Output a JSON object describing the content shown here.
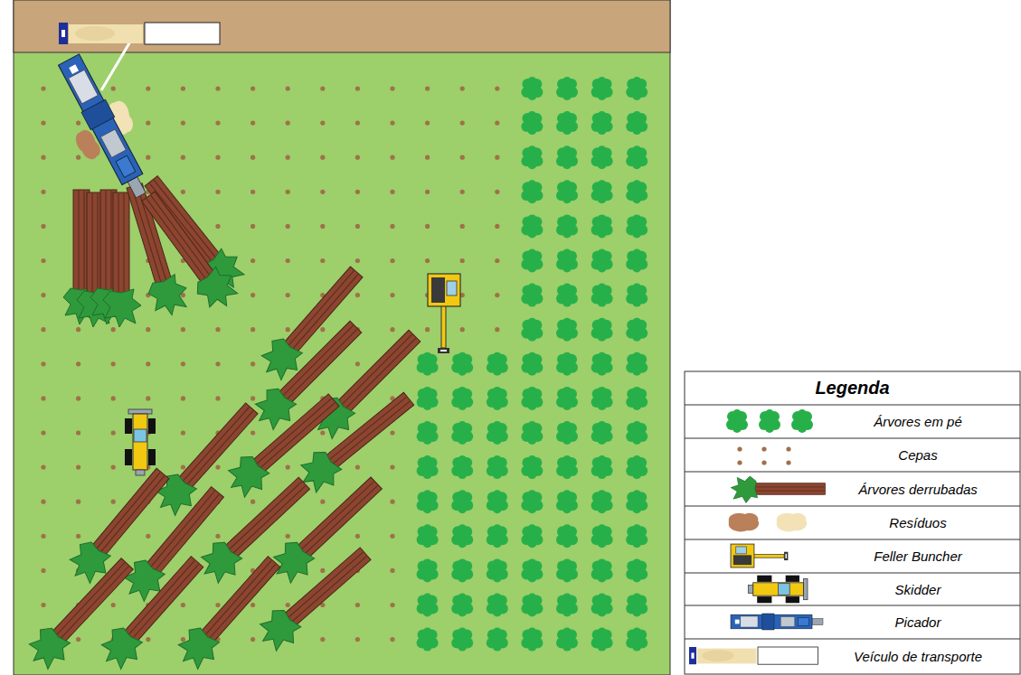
{
  "diagram": {
    "labels": [
      "Legenda"
    ],
    "legend": [
      {
        "text": "Árvores em pé"
      },
      {
        "text": "Cepas"
      },
      {
        "text": "Árvores derrubadas"
      },
      {
        "text": "Resíduos"
      },
      {
        "text": "Feller Buncher"
      },
      {
        "text": "Skidder"
      },
      {
        "text": "Picador"
      },
      {
        "text": "Veículo de transporte"
      }
    ]
  }
}
